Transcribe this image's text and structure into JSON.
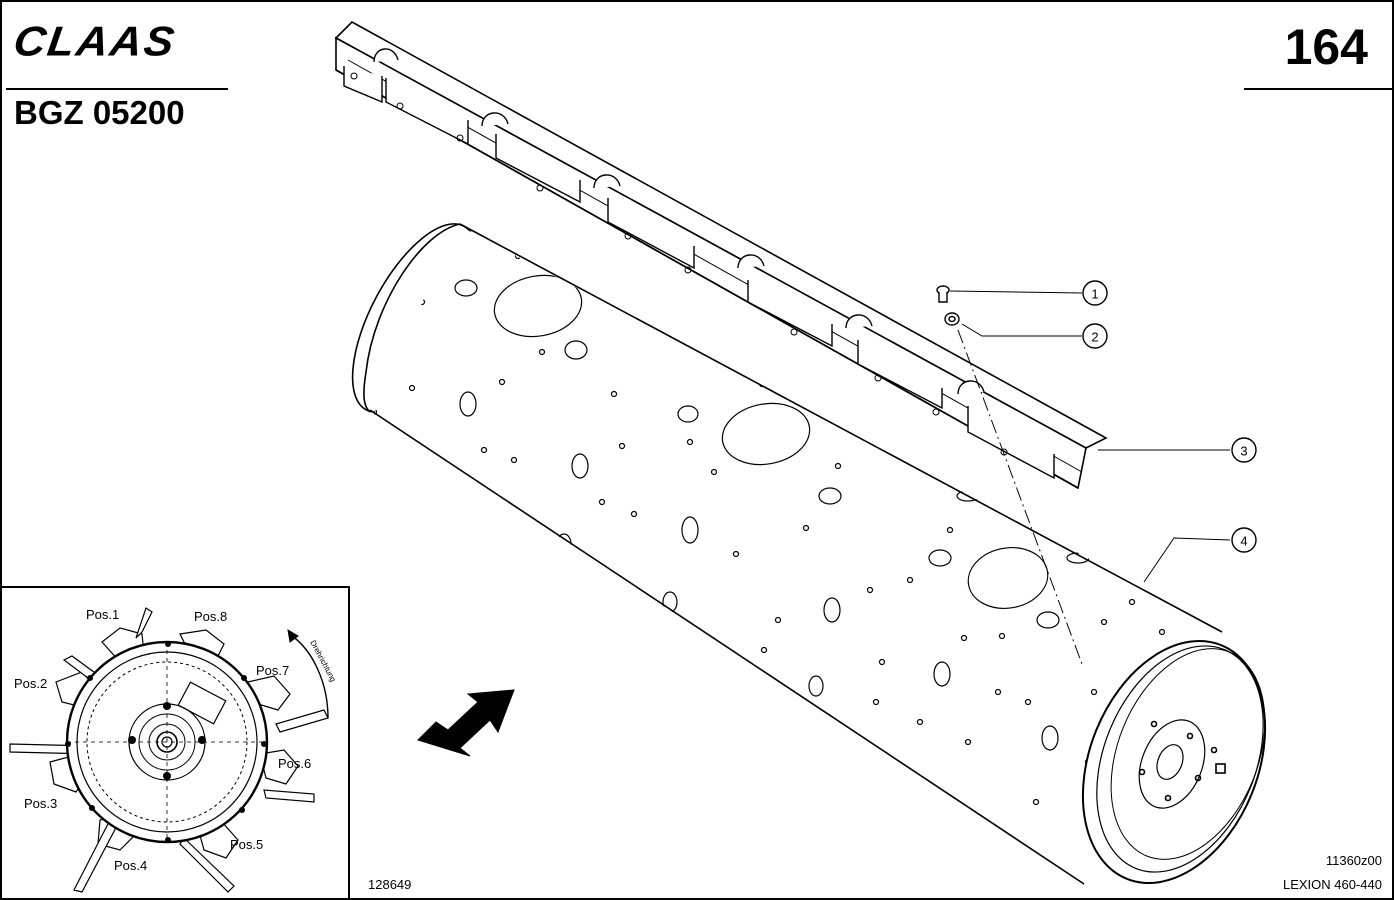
{
  "header": {
    "brand": "CLAAS",
    "doc_code": "BGZ 05200",
    "page_number": "164"
  },
  "callouts": [
    {
      "number": "1",
      "part": "bolt"
    },
    {
      "number": "2",
      "part": "washer"
    },
    {
      "number": "3",
      "part": "rasp bar"
    },
    {
      "number": "4",
      "part": "drum"
    }
  ],
  "inset": {
    "positions": [
      "Pos.1",
      "Pos.2",
      "Pos.3",
      "Pos.4",
      "Pos.5",
      "Pos.6",
      "Pos.7",
      "Pos.8"
    ],
    "rotation_label": "Drehrichtung"
  },
  "footer": {
    "drawing_ref": "128649",
    "file_code": "11360z00",
    "model": "LEXION 460-440"
  },
  "icons": [
    "direction-arrow-icon",
    "rotation-arrow-icon"
  ]
}
